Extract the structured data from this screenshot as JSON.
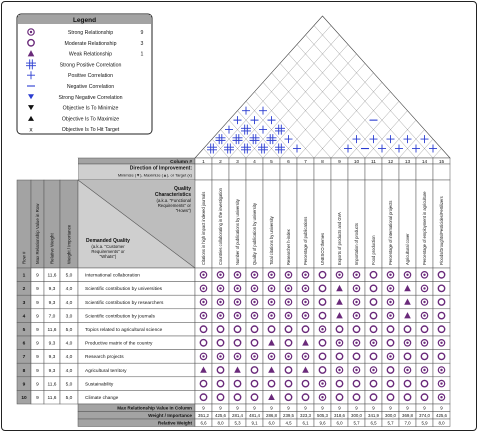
{
  "legend": {
    "title": "Legend",
    "items": [
      {
        "symbol": "strong-relationship",
        "label": "Strong Relationship",
        "value": "9"
      },
      {
        "symbol": "moderate-relationship",
        "label": "Moderate Relationship",
        "value": "3"
      },
      {
        "symbol": "weak-relationship",
        "label": "Weak Relationship",
        "value": "1"
      },
      {
        "symbol": "strong-positive-correlation",
        "label": "Strong Positive Correlation",
        "value": ""
      },
      {
        "symbol": "positive-correlation",
        "label": "Positive Correlation",
        "value": ""
      },
      {
        "symbol": "negative-correlation",
        "label": "Negative Correlation",
        "value": ""
      },
      {
        "symbol": "strong-negative-correlation",
        "label": "Strong Negative Correlation",
        "value": ""
      },
      {
        "symbol": "objective-minimize",
        "label": "Objective Is To Minimize",
        "value": ""
      },
      {
        "symbol": "objective-maximize",
        "label": "Objective Is To Maximize",
        "value": ""
      },
      {
        "symbol": "objective-target",
        "label": "Objective Is To Hit Target",
        "value": ""
      }
    ]
  },
  "header": {
    "column_label": "Column #",
    "direction_title": "Direction of Improvement:",
    "direction_sub": "Minimize (▼), Maximize (▲), or Target (x)",
    "quality_title": "Quality",
    "quality_title2": "Characteristics",
    "quality_sub": "(a.k.a. \"Functional",
    "quality_sub2": "Requirements\" or",
    "quality_sub3": "\"Hows\")",
    "demanded_title": "Demanded Quality",
    "demanded_sub": "(a.k.a. \"Customer",
    "demanded_sub2": "Requirements\" or",
    "demanded_sub3": "\"Whats\")",
    "row_headers": [
      "Row #",
      "Max Relationship Value in Row",
      "Relative Weight",
      "Weight / Importance"
    ]
  },
  "columns": [
    {
      "num": "1",
      "label": "Citations in high impact indexed journals"
    },
    {
      "num": "2",
      "label": "Countries collaborating in the investigation"
    },
    {
      "num": "3",
      "label": "Number of publications by university"
    },
    {
      "num": "4",
      "label": "Quality of publication by university"
    },
    {
      "num": "5",
      "label": "Total citations by university"
    },
    {
      "num": "6",
      "label": "Researcher h-index"
    },
    {
      "num": "7",
      "label": "Percentage of publications"
    },
    {
      "num": "8",
      "label": "UNESCO themes"
    },
    {
      "num": "9",
      "label": "Exports of products and GVA"
    },
    {
      "num": "10",
      "label": "Importation of products"
    },
    {
      "num": "11",
      "label": "Food production"
    },
    {
      "num": "12",
      "label": "Percentage of international projects"
    },
    {
      "num": "13",
      "label": "Agricultural cover"
    },
    {
      "num": "14",
      "label": "Percentage of employment in agriculture"
    },
    {
      "num": "15",
      "label": "Floods/Droughts/Pesticides/Fertilizers"
    }
  ],
  "rows": [
    {
      "num": "1",
      "max": "9",
      "rel": "11,6",
      "weight": "5,0",
      "label": "International collaboration",
      "cells": [
        "S",
        "S",
        "S",
        "S",
        "S",
        "S",
        "S",
        "M",
        "S",
        "S",
        "M",
        "S",
        "S",
        "S",
        "M"
      ]
    },
    {
      "num": "2",
      "max": "9",
      "rel": "9,3",
      "weight": "4,0",
      "label": "Scientific contribution by universities",
      "cells": [
        "S",
        "S",
        "S",
        "S",
        "S",
        "S",
        "S",
        "M",
        "W",
        "S",
        "M",
        "S",
        "W",
        "S",
        "M"
      ]
    },
    {
      "num": "3",
      "max": "9",
      "rel": "9,3",
      "weight": "4,0",
      "label": "Scientific contribution by researchers",
      "cells": [
        "S",
        "S",
        "S",
        "S",
        "S",
        "S",
        "S",
        "M",
        "W",
        "S",
        "M",
        "S",
        "W",
        "S",
        "M"
      ]
    },
    {
      "num": "4",
      "max": "9",
      "rel": "7,0",
      "weight": "3,0",
      "label": "Scientific contribution by journals",
      "cells": [
        "S",
        "S",
        "S",
        "S",
        "S",
        "S",
        "S",
        "M",
        "W",
        "S",
        "M",
        "S",
        "W",
        "S",
        "M"
      ]
    },
    {
      "num": "5",
      "max": "9",
      "rel": "11,6",
      "weight": "5,0",
      "label": "Topics related to agricultural science",
      "cells": [
        "M",
        "M",
        "M",
        "M",
        "M",
        "M",
        "M",
        "S",
        "M",
        "M",
        "M",
        "M",
        "M",
        "M",
        "M"
      ]
    },
    {
      "num": "6",
      "max": "9",
      "rel": "9,3",
      "weight": "4,0",
      "label": "Productive matrix of the country",
      "cells": [
        "M",
        "M",
        "M",
        "M",
        "W",
        "M",
        "W",
        "M",
        "S",
        "S",
        "S",
        "M",
        "S",
        "S",
        "S"
      ]
    },
    {
      "num": "7",
      "max": "9",
      "rel": "9,3",
      "weight": "4,0",
      "label": "Research projects",
      "cells": [
        "S",
        "S",
        "S",
        "S",
        "S",
        "S",
        "S",
        "M",
        "M",
        "M",
        "M",
        "S",
        "M",
        "M",
        "M"
      ]
    },
    {
      "num": "8",
      "max": "9",
      "rel": "9,3",
      "weight": "4,0",
      "label": "Agricultural territory",
      "cells": [
        "W",
        "M",
        "W",
        "M",
        "W",
        "M",
        "W",
        "M",
        "S",
        "S",
        "S",
        "M",
        "S",
        "S",
        "S"
      ]
    },
    {
      "num": "9",
      "max": "9",
      "rel": "11,6",
      "weight": "5,0",
      "label": "Sustainability",
      "cells": [
        "M",
        "M",
        "M",
        "M",
        "M",
        "M",
        "M",
        "S",
        "M",
        "M",
        "M",
        "M",
        "M",
        "M",
        "S"
      ]
    },
    {
      "num": "10",
      "max": "9",
      "rel": "11,6",
      "weight": "5,0",
      "label": "Climate change",
      "cells": [
        "M",
        "M",
        "M",
        "M",
        "W",
        "M",
        "M",
        "S",
        "M",
        "M",
        "M",
        "M",
        "M",
        "M",
        "S"
      ]
    }
  ],
  "footer": {
    "max_label": "Max Relationship Value in Column",
    "max_values": [
      "9",
      "9",
      "9",
      "9",
      "9",
      "9",
      "9",
      "9",
      "9",
      "9",
      "9",
      "9",
      "9",
      "9",
      "9"
    ],
    "weight_label": "Weight / Importance",
    "weight_values": [
      "351,2",
      "425,6",
      "281,4",
      "481,4",
      "286,8",
      "239,5",
      "323,3",
      "505,3",
      "318,6",
      "300,0",
      "341,9",
      "300,0",
      "369,8",
      "374,0",
      "425,6"
    ],
    "relweight_label": "Relative Weight",
    "relweight_values": [
      "6,6",
      "8,0",
      "5,3",
      "9,1",
      "6,0",
      "4,5",
      "6,1",
      "9,6",
      "6,0",
      "5,7",
      "6,5",
      "5,7",
      "7,0",
      "5,9",
      "8,0"
    ]
  },
  "direction": [
    "",
    "",
    "",
    "",
    "",
    "",
    "",
    "",
    "",
    "",
    "",
    "",
    "",
    "",
    ""
  ],
  "roof": {
    "correlations": [
      {
        "i": 1,
        "j": 2,
        "t": "++"
      },
      {
        "i": 2,
        "j": 3,
        "t": "++"
      },
      {
        "i": 3,
        "j": 4,
        "t": "++"
      },
      {
        "i": 4,
        "j": 5,
        "t": "++"
      },
      {
        "i": 5,
        "j": 6,
        "t": "++"
      },
      {
        "i": 6,
        "j": 7,
        "t": "+"
      },
      {
        "i": 1,
        "j": 3,
        "t": "++"
      },
      {
        "i": 2,
        "j": 4,
        "t": "++"
      },
      {
        "i": 3,
        "j": 5,
        "t": "++"
      },
      {
        "i": 4,
        "j": 6,
        "t": "++"
      },
      {
        "i": 5,
        "j": 7,
        "t": "+"
      },
      {
        "i": 1,
        "j": 4,
        "t": "+"
      },
      {
        "i": 2,
        "j": 5,
        "t": "++"
      },
      {
        "i": 3,
        "j": 6,
        "t": "+"
      },
      {
        "i": 4,
        "j": 7,
        "t": "++"
      },
      {
        "i": 1,
        "j": 5,
        "t": "+"
      },
      {
        "i": 2,
        "j": 6,
        "t": "+"
      },
      {
        "i": 3,
        "j": 7,
        "t": "+"
      },
      {
        "i": 1,
        "j": 6,
        "t": "+"
      },
      {
        "i": 2,
        "j": 7,
        "t": "+"
      },
      {
        "i": 9,
        "j": 10,
        "t": "+"
      },
      {
        "i": 10,
        "j": 11,
        "t": "-"
      },
      {
        "i": 9,
        "j": 11,
        "t": "+"
      },
      {
        "i": 11,
        "j": 13,
        "t": "+"
      },
      {
        "i": 9,
        "j": 13,
        "t": "-"
      },
      {
        "i": 10,
        "j": 12,
        "t": "+"
      },
      {
        "i": 12,
        "j": 14,
        "t": "+"
      },
      {
        "i": 13,
        "j": 14,
        "t": "+"
      },
      {
        "i": 13,
        "j": 15,
        "t": "+"
      },
      {
        "i": 14,
        "j": 15,
        "t": "+"
      },
      {
        "i": 11,
        "j": 12,
        "t": "+"
      },
      {
        "i": 12,
        "j": 13,
        "t": "+"
      }
    ]
  },
  "colors": {
    "symbol": "#6a2a7a",
    "plus": "#2a3cd0",
    "header_dark": "#a3a3a3",
    "header_mid": "#cfcfcf",
    "grid": "#555555"
  }
}
